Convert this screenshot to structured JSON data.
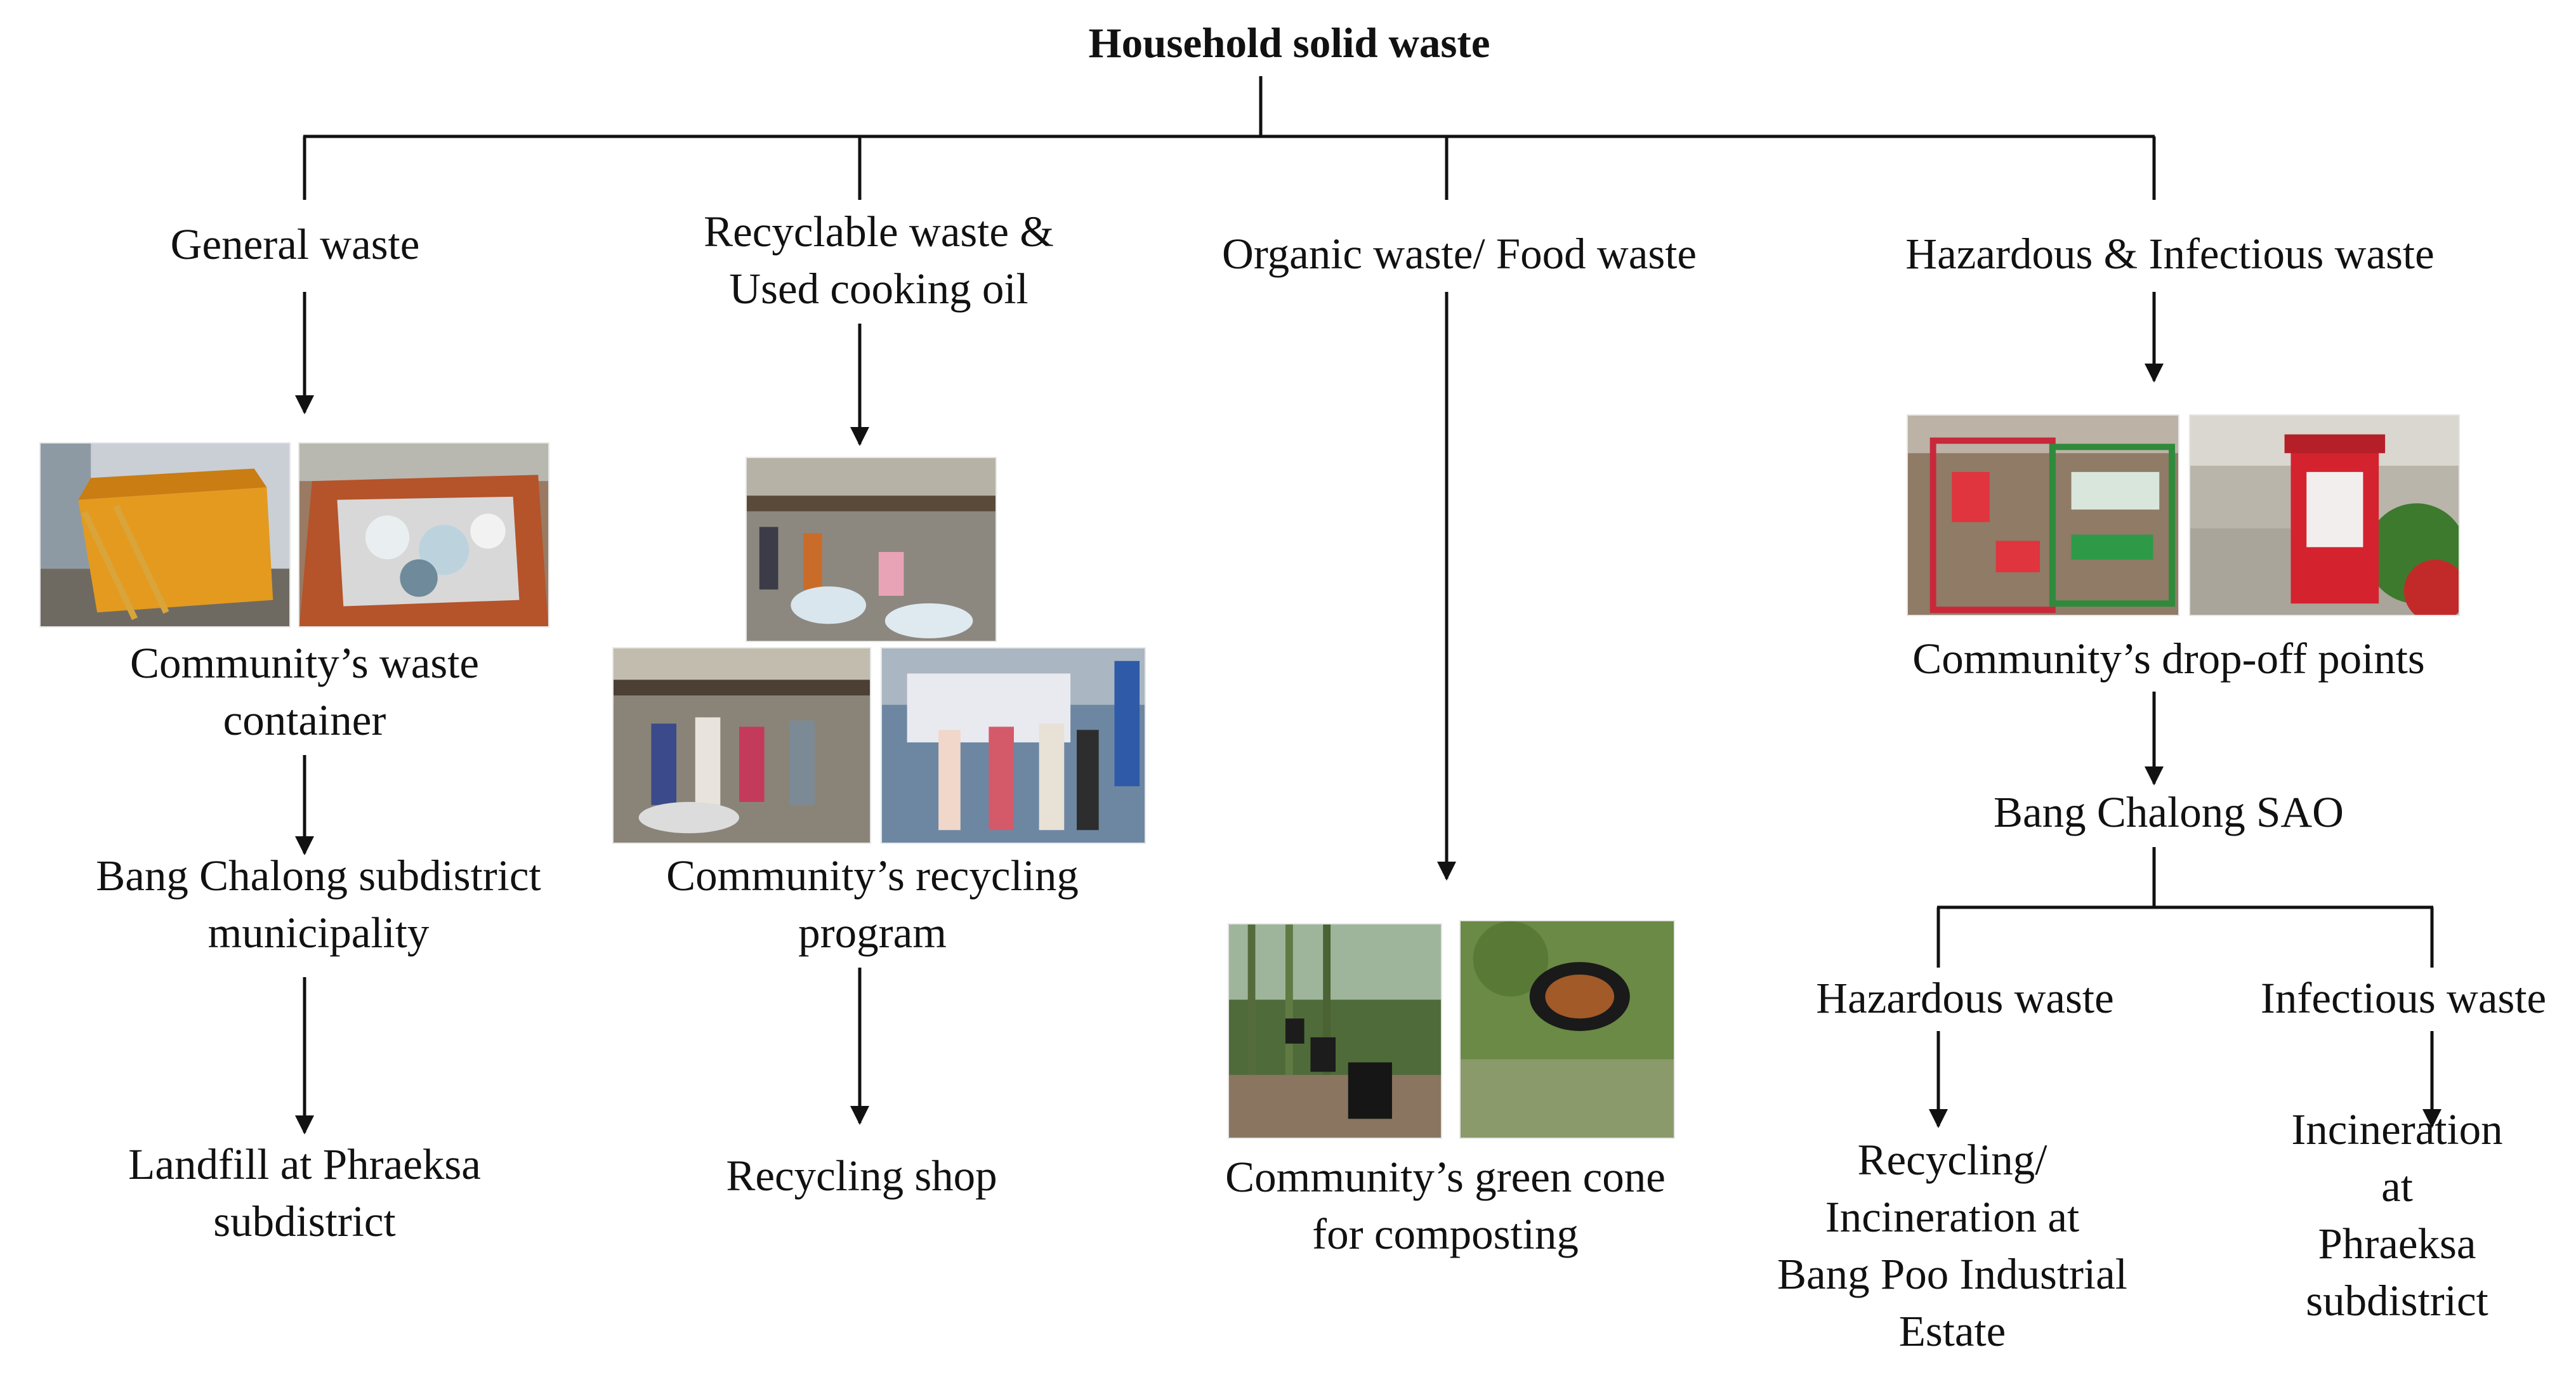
{
  "title": "Household solid waste",
  "branches": {
    "general": {
      "label": "General waste",
      "step1": "Community’s waste\ncontainer",
      "step2": "Bang Chalong subdistrict\nmunicipality",
      "step3": "Landfill at Phraeksa\nsubdistrict",
      "photos": [
        "waste-container-icon",
        "open-waste-bin-icon"
      ]
    },
    "recyclable": {
      "label": "Recyclable waste &\nUsed cooking oil",
      "step1": "Community’s recycling\nprogram",
      "step2": "Recycling shop",
      "photos": [
        "sorting-bottles-icon",
        "recycling-crowd-icon",
        "recycling-event-icon"
      ]
    },
    "organic": {
      "label": "Organic waste/ Food waste",
      "step1": "Community’s green cone\nfor composting",
      "photos": [
        "green-cone-row-icon",
        "green-cone-open-icon"
      ]
    },
    "hazardous": {
      "label": "Hazardous & Infectious waste",
      "step1": "Community’s drop-off points",
      "step2": "Bang Chalong SAO",
      "sub_hazardous": "Hazardous waste",
      "sub_infectious": "Infectious waste",
      "hazardous_dest": "Recycling/\nIncineration at\nBang Poo Industrial\nEstate",
      "infectious_dest": "Incineration at\nPhraeksa\nsubdistrict",
      "photos": [
        "drop-off-cage-icon",
        "red-bin-icon"
      ]
    }
  }
}
